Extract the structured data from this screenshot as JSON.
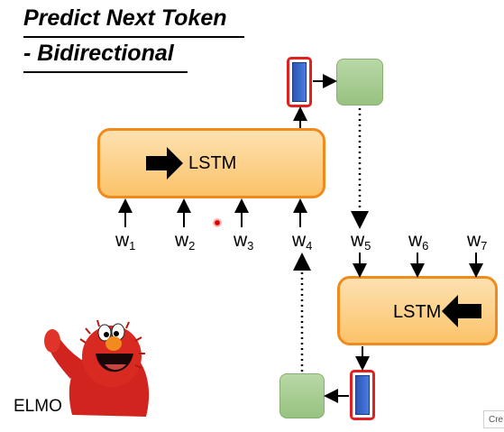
{
  "title": {
    "line1": "Predict Next Token",
    "line2": "- Bidirectional"
  },
  "forward_lstm": {
    "label": "LSTM",
    "direction": "right"
  },
  "backward_lstm": {
    "label": "LSTM",
    "direction": "left"
  },
  "tokens": [
    {
      "base": "w",
      "sub": "1"
    },
    {
      "base": "w",
      "sub": "2"
    },
    {
      "base": "w",
      "sub": "3"
    },
    {
      "base": "w",
      "sub": "4"
    },
    {
      "base": "w",
      "sub": "5"
    },
    {
      "base": "w",
      "sub": "6"
    },
    {
      "base": "w",
      "sub": "7"
    }
  ],
  "mascot_label": "ELMO",
  "corner_text": "Cre",
  "colors": {
    "lstm_fill": "#fbc36a",
    "lstm_border": "#f08a1c",
    "vector_border": "#e32020",
    "vector_fill": "#2d56b5",
    "output_fill": "#98c281"
  }
}
